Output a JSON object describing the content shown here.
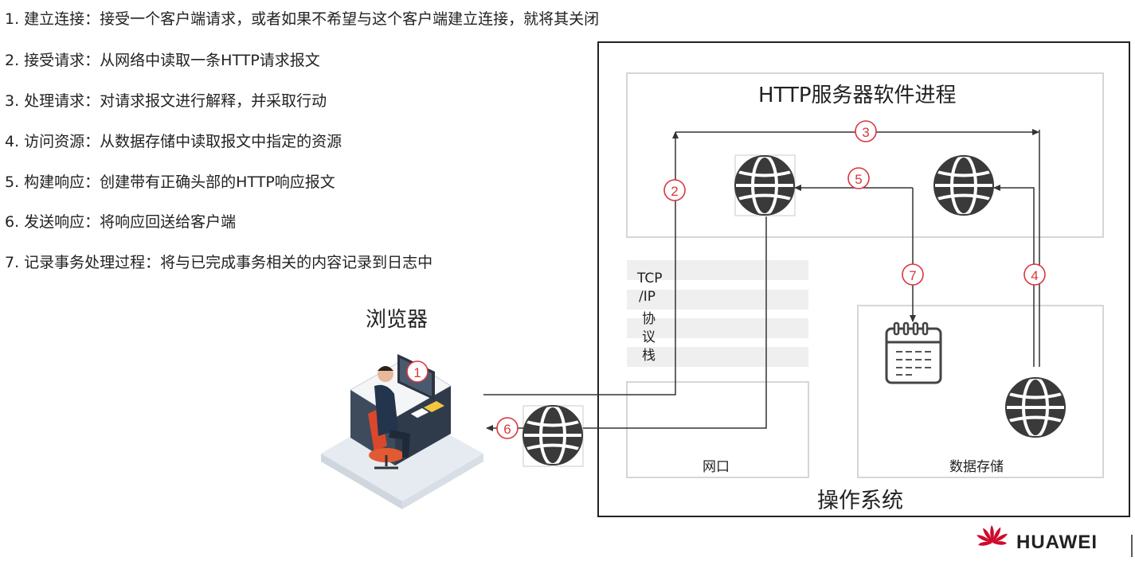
{
  "steps": [
    "1. 建立连接：接受一个客户端请求，或者如果不希望与这个客户端建立连接，就将其关闭",
    "2. 接受请求：从网络中读取一条HTTP请求报文",
    "3. 处理请求：对请求报文进行解释，并采取行动",
    "4. 访问资源：从数据存储中读取报文中指定的资源",
    "5. 构建响应：创建带有正确头部的HTTP响应报文",
    "6. 发送响应：将响应回送给客户端",
    "7. 记录事务处理过程：将与已完成事务相关的内容记录到日志中"
  ],
  "browser_label": "浏览器",
  "server_process_title": "HTTP服务器软件进程",
  "tcpip_stack_lines": [
    "TCP",
    "/IP",
    "协",
    "议",
    "栈"
  ],
  "nic_label": "网口",
  "datastore_label": "数据存储",
  "os_label": "操作系统",
  "markers": [
    "1",
    "2",
    "3",
    "4",
    "5",
    "6",
    "7"
  ],
  "brand": {
    "name": "HUAWEI",
    "color": "#cf0a2c"
  },
  "colors": {
    "marker": "#d9363e",
    "arrow": "#333333",
    "box_border": "#d6d6d6",
    "os_border": "#222222"
  },
  "icons": [
    "globe-icon",
    "calendar-log-icon",
    "person-at-desk-icon",
    "huawei-logo-icon"
  ]
}
